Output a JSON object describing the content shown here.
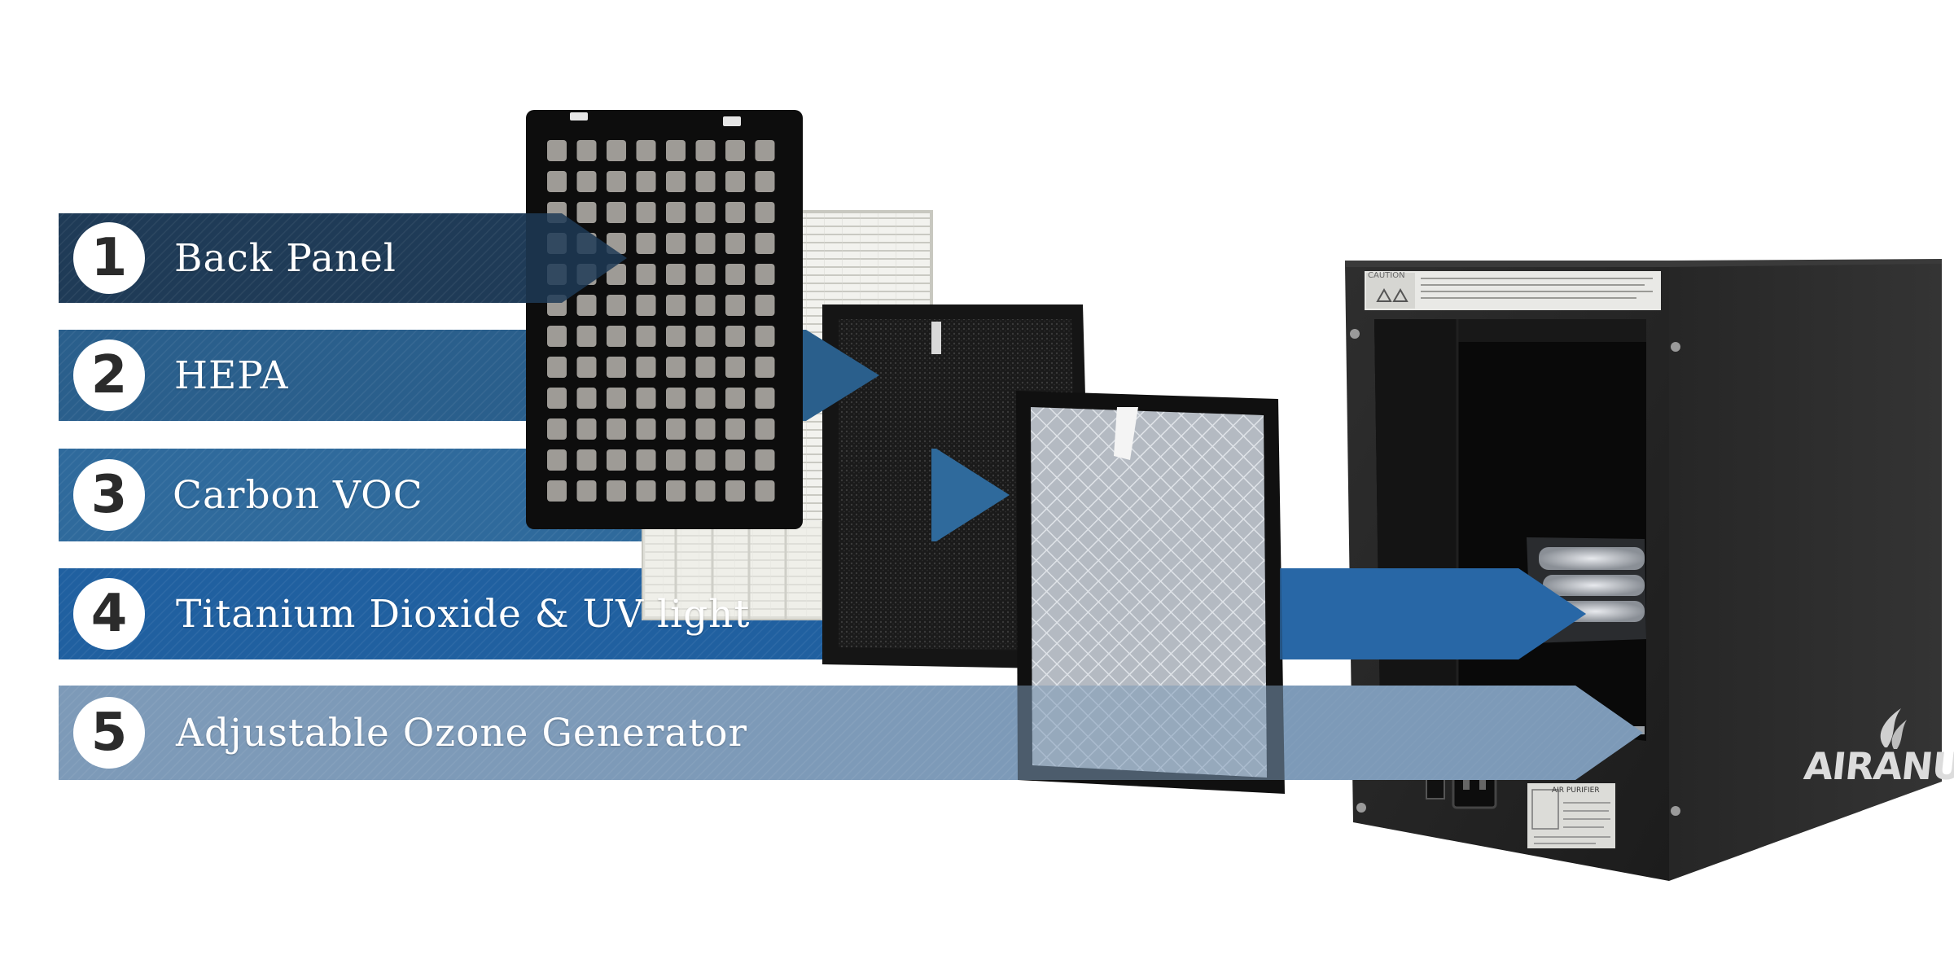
{
  "components": [
    {
      "number": "1",
      "label": "Back Panel",
      "color": "#1f3b57"
    },
    {
      "number": "2",
      "label": "HEPA",
      "color": "#2a5f8c"
    },
    {
      "number": "3",
      "label": "Carbon VOC",
      "color": "#2f6a9c"
    },
    {
      "number": "4",
      "label": "Titanium Dioxide & UV light",
      "color": "#2060a0"
    },
    {
      "number": "5",
      "label": "Adjustable Ozone Generator",
      "color": "#7d9ab8"
    }
  ],
  "device": {
    "brand": "AIRANUI",
    "warning_label": "CAUTION",
    "rating_plate_title": "AIR PURIFIER",
    "body_color": "#2a2a2a"
  }
}
